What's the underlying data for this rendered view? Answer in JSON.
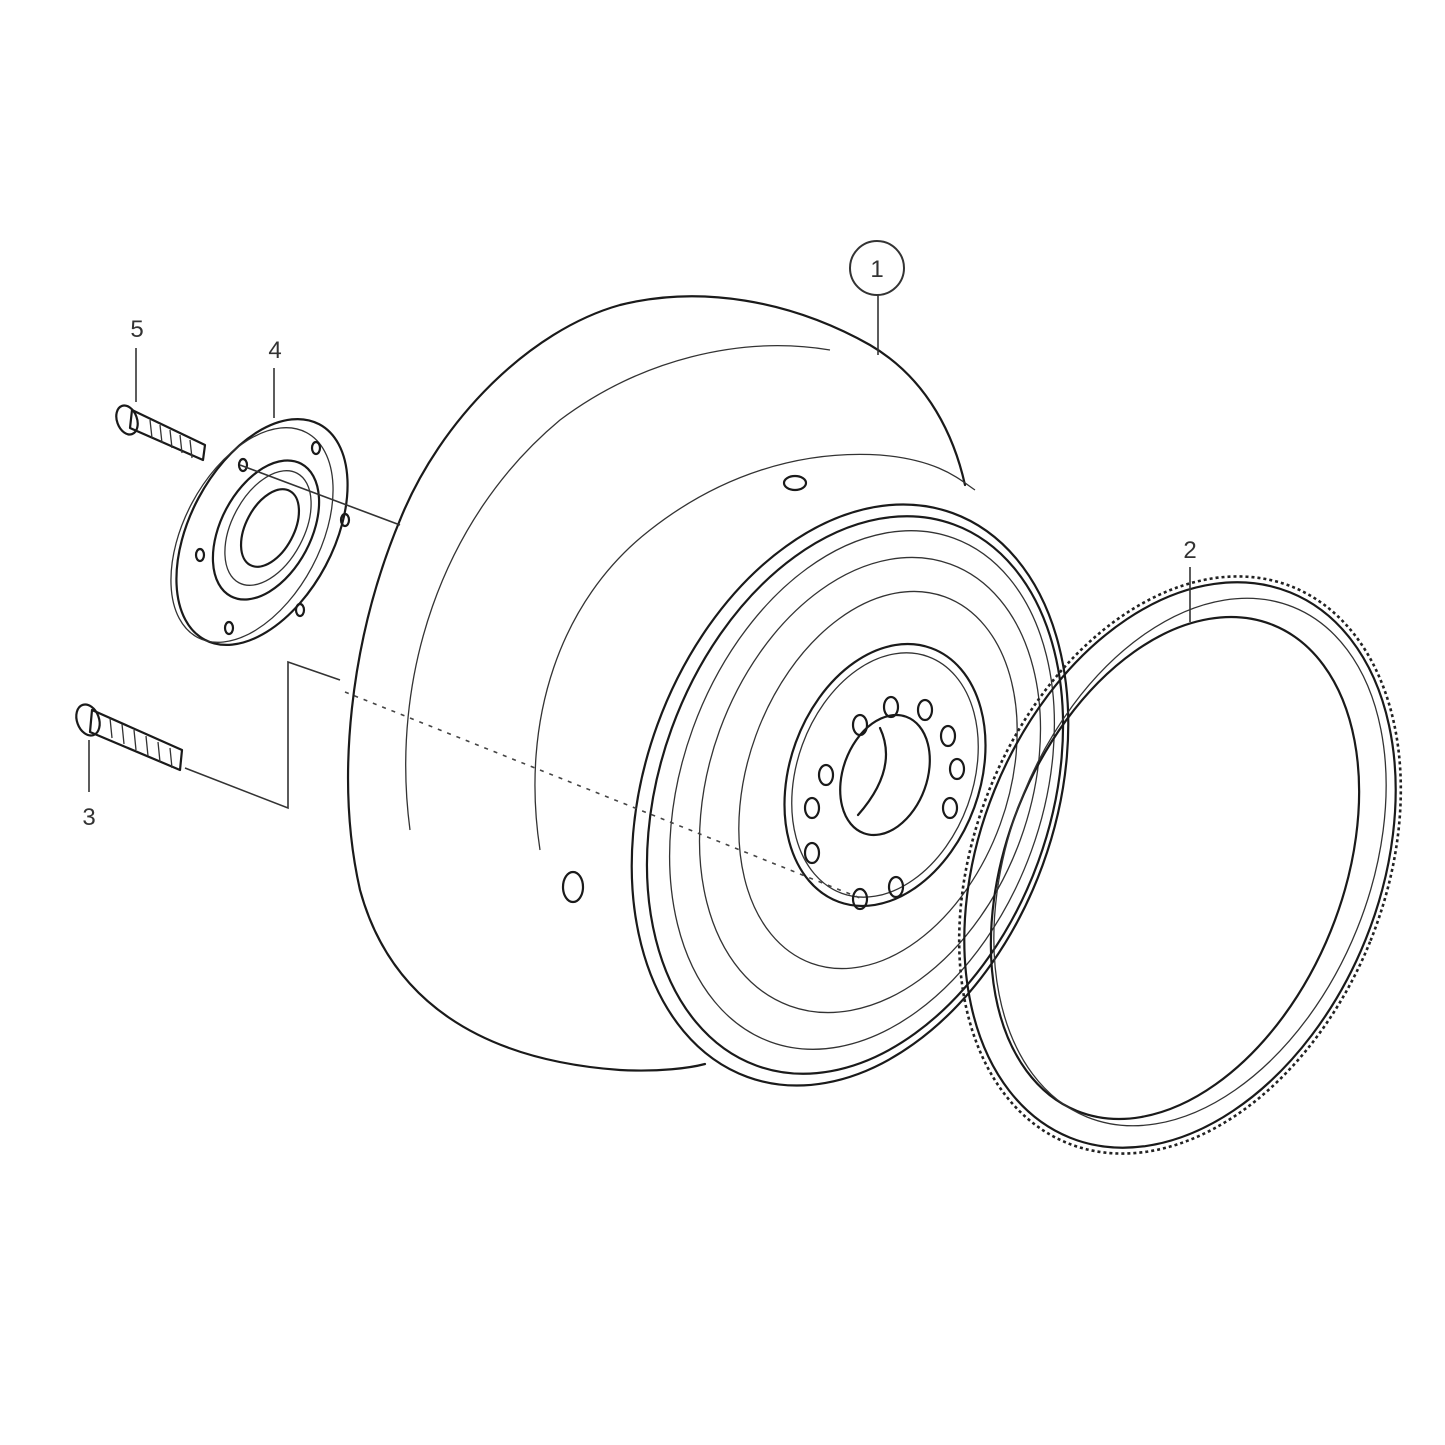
{
  "diagram": {
    "type": "exploded-parts-view",
    "subject": "flywheel assembly",
    "callouts": [
      {
        "id": "1",
        "label": "1",
        "style": "circled",
        "part": "flywheel"
      },
      {
        "id": "2",
        "label": "2",
        "style": "plain",
        "part": "ring gear"
      },
      {
        "id": "3",
        "label": "3",
        "style": "plain",
        "part": "flywheel bolt"
      },
      {
        "id": "4",
        "label": "4",
        "style": "plain",
        "part": "seal plate / bearing flange"
      },
      {
        "id": "5",
        "label": "5",
        "style": "plain",
        "part": "plate bolt"
      }
    ],
    "colors": {
      "line": "#1a1a1a",
      "background": "#ffffff",
      "label": "#333333"
    }
  }
}
